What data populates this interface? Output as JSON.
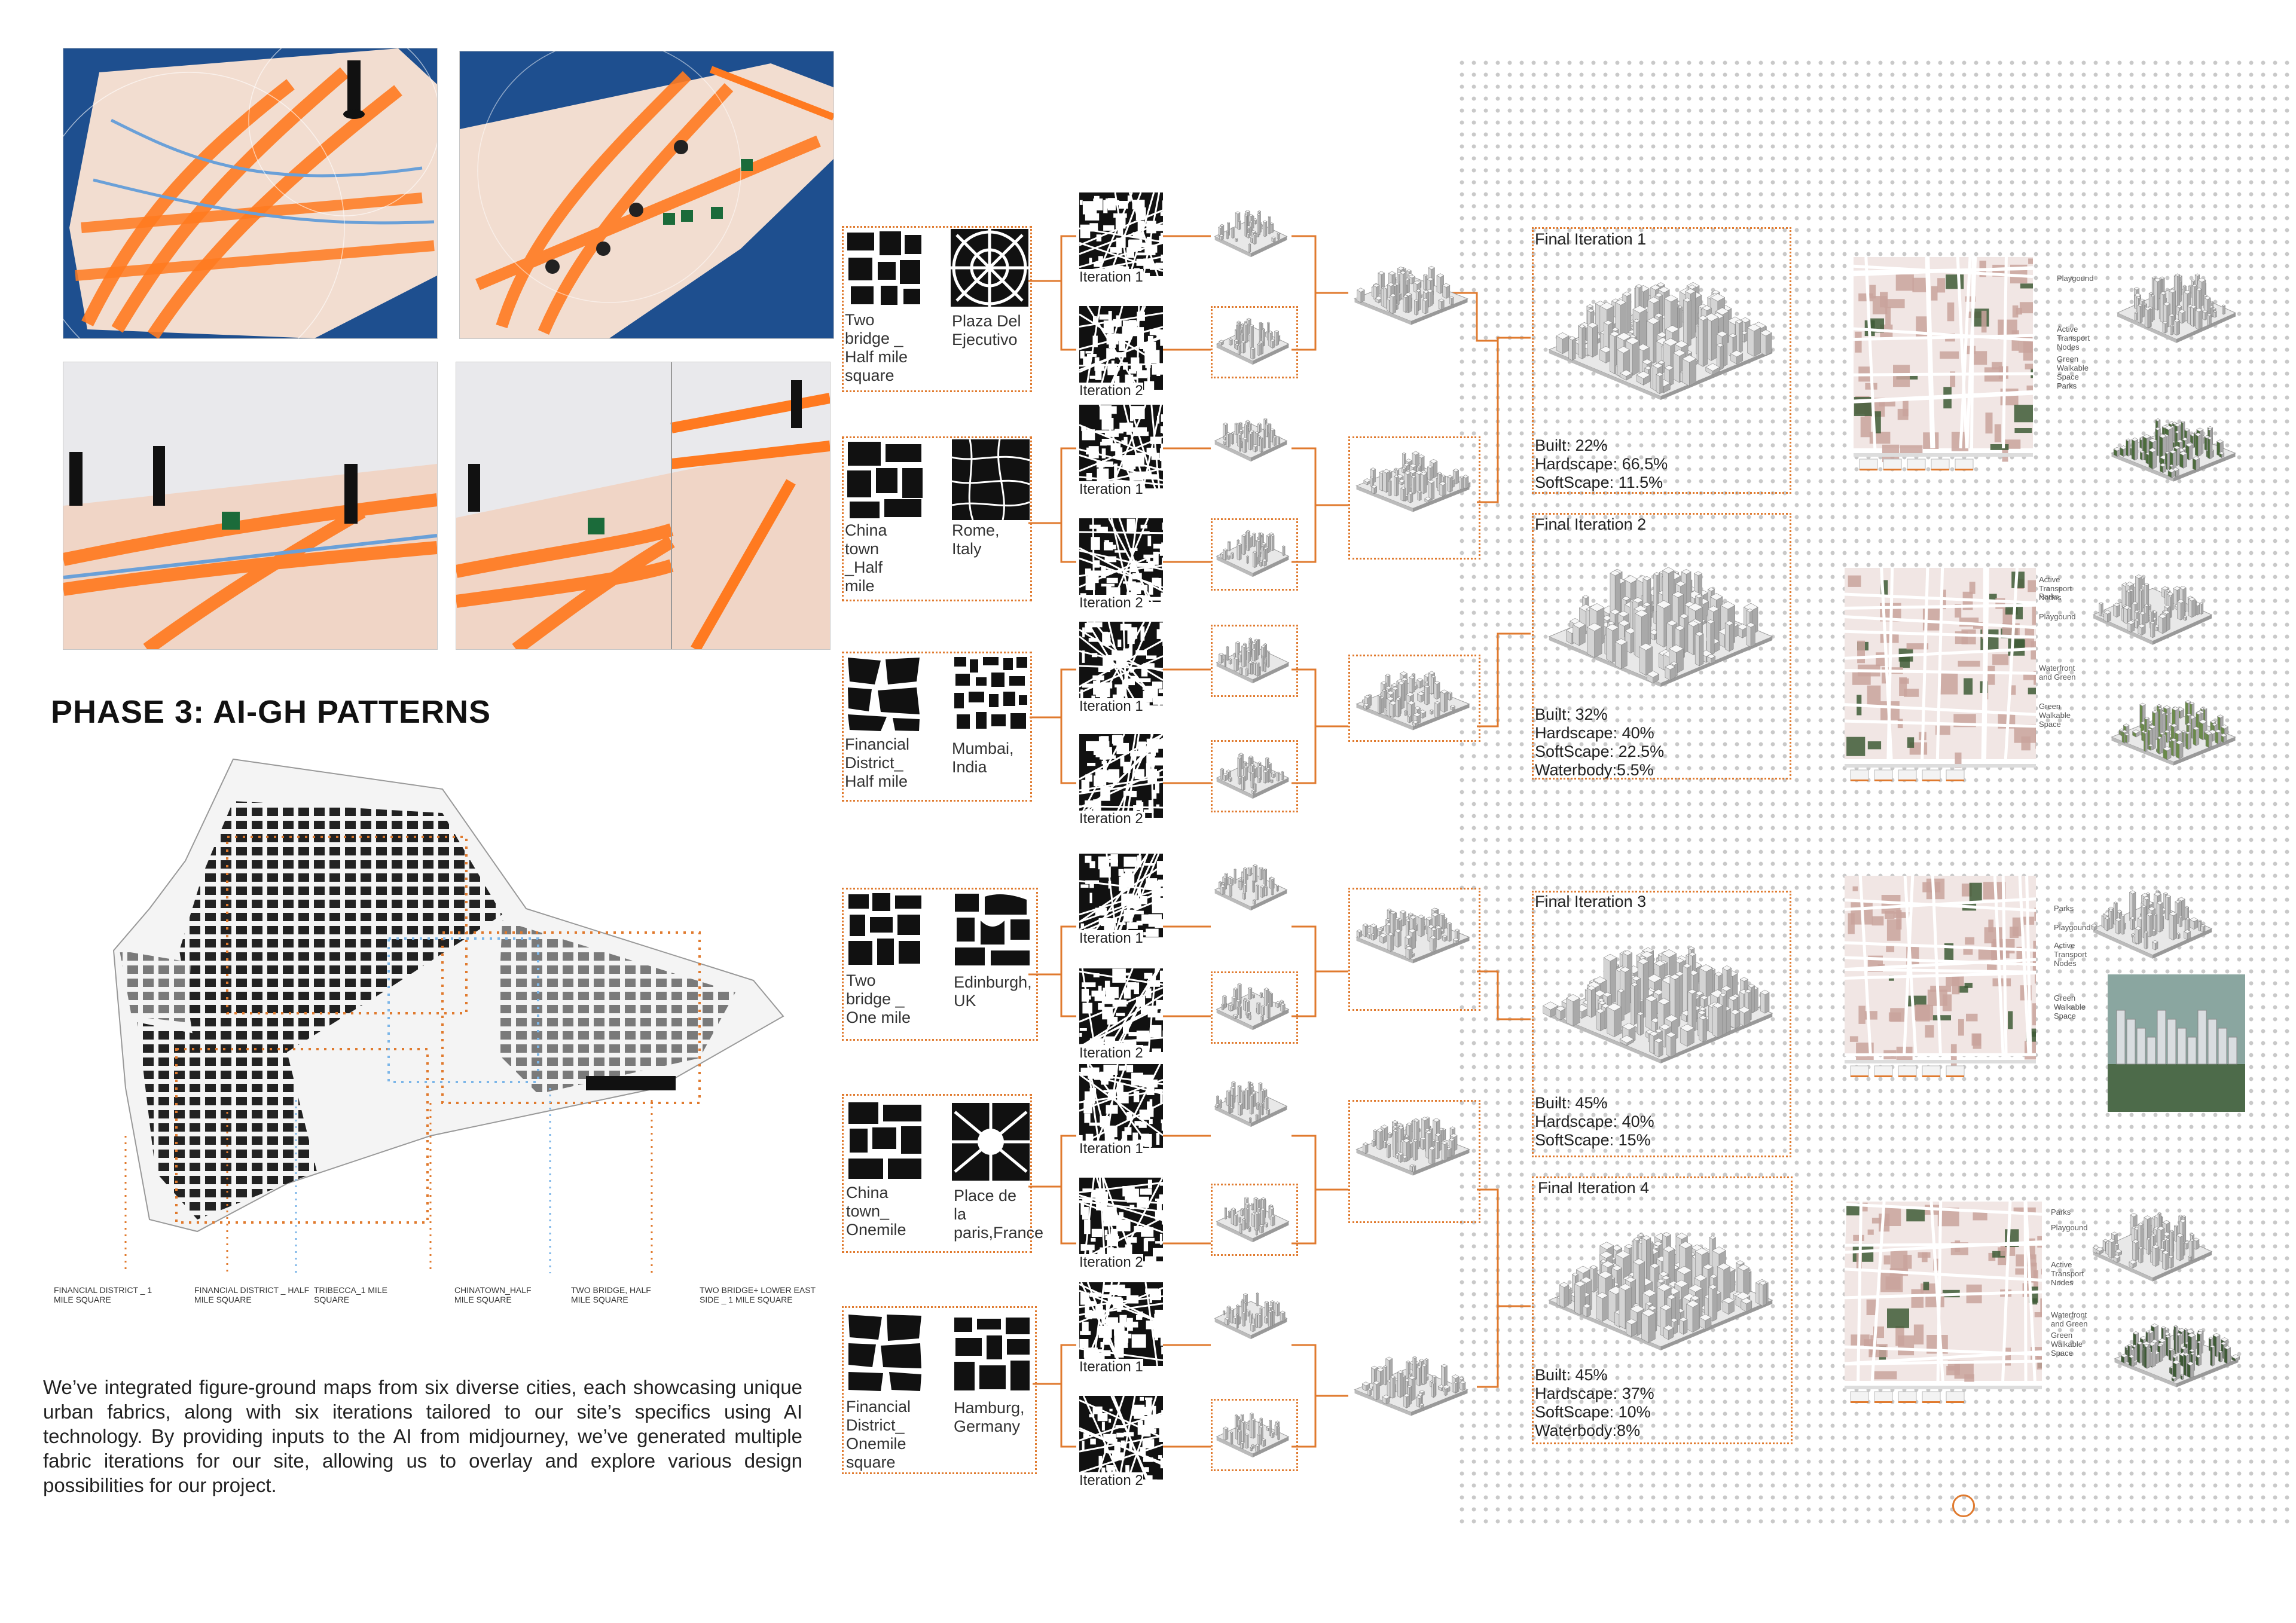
{
  "colors": {
    "accent": "#e07a2e",
    "blue": "#7cb6e8",
    "bldg": "#222222"
  },
  "title": "PHASE 3: AI-GH PATTERNS",
  "description": "We’ve integrated figure-ground maps from six diverse cities, each showcasing unique urban fabrics, along with six iterations tailored to our site’s specifics using AI technology. By providing inputs to the AI from midjourney, we’ve generated multiple fabric iterations for our site, allowing us to overlay and explore various design possibilities for our project.",
  "map_labels": [
    "FINANCIAL DISTRICT _ 1 MILE SQUARE",
    "FINANCIAL DISTRICT _ HALF MILE SQUARE",
    "TRIBECCA_1 MILE SQUARE",
    "CHINATOWN_HALF MILE SQUARE",
    "TWO BRIDGE, HALF MILE SQUARE",
    "TWO BRIDGE+ LOWER EAST SIDE _ 1 MILE SQUARE"
  ],
  "inputs": [
    {
      "site": "Two bridge _ Half mile square",
      "city": "Plaza Del Ejecutivo"
    },
    {
      "site": "China town _Half mile",
      "city": "Rome, Italy"
    },
    {
      "site": "Financial District_ Half mile",
      "city": "Mumbai, India"
    },
    {
      "site": "Two bridge _ One mile",
      "city": "Edinburgh, UK"
    },
    {
      "site": "China town_ Onemile",
      "city": "Place de la paris,France"
    },
    {
      "site": "Financial District_ Onemile square",
      "city": "Hamburg, Germany"
    }
  ],
  "iteration_1": "Iteration 1",
  "iteration_2": "Iteration 2",
  "finals": [
    {
      "title": "Final Iteration 1",
      "stats": [
        "Built: 22%",
        "Hardscape: 66.5%",
        "SoftScape: 11.5%"
      ]
    },
    {
      "title": "Final Iteration 2",
      "stats": [
        "Built: 32%",
        "Hardscape: 40%",
        "SoftScape: 22.5%",
        "Waterbody:5.5%"
      ]
    },
    {
      "title": "Final Iteration 3",
      "stats": [
        "Built: 45%",
        "Hardscape: 40%",
        "SoftScape: 15%"
      ]
    },
    {
      "title": "Final Iteration 4",
      "stats": [
        "Built: 45%",
        "Hardscape: 37%",
        "SoftScape: 10%",
        "Waterbody:8%"
      ]
    }
  ],
  "legends": [
    [
      "Playgound",
      "Active Transport Nodes",
      "Green Walkable Space",
      "Parks"
    ],
    [
      "Active Transport Nodes",
      "Parks",
      "Playgound",
      "Waterfront and Green",
      "Green Walkable Space"
    ],
    [
      "Parks",
      "Playgound",
      "Active Transport Nodes",
      "Green Walkable Space"
    ],
    [
      "Parks",
      "Playgound",
      "Active Transport Nodes",
      "Waterfront and Green",
      "Green Walkable Space"
    ]
  ]
}
